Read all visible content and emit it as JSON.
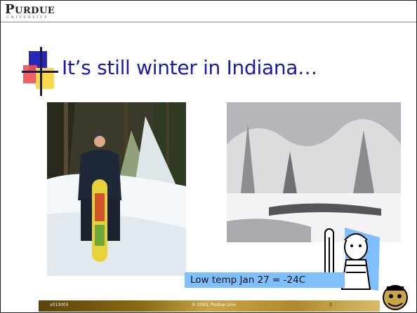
{
  "header": {
    "logo_word": "Purdue",
    "logo_sub": "UNIVERSITY"
  },
  "slide": {
    "title": "It’s still winter in Indiana…",
    "caption": "Low temp Jan 27 = -24C"
  },
  "footer": {
    "left": "v013003",
    "center": "© 2003, Purdue Univ",
    "page_number": "3"
  },
  "colors": {
    "title": "#1a1aa8",
    "caption_bg": "#7fbfff",
    "footer_dark": "#5c430a",
    "footer_gold": "#c9a545"
  }
}
